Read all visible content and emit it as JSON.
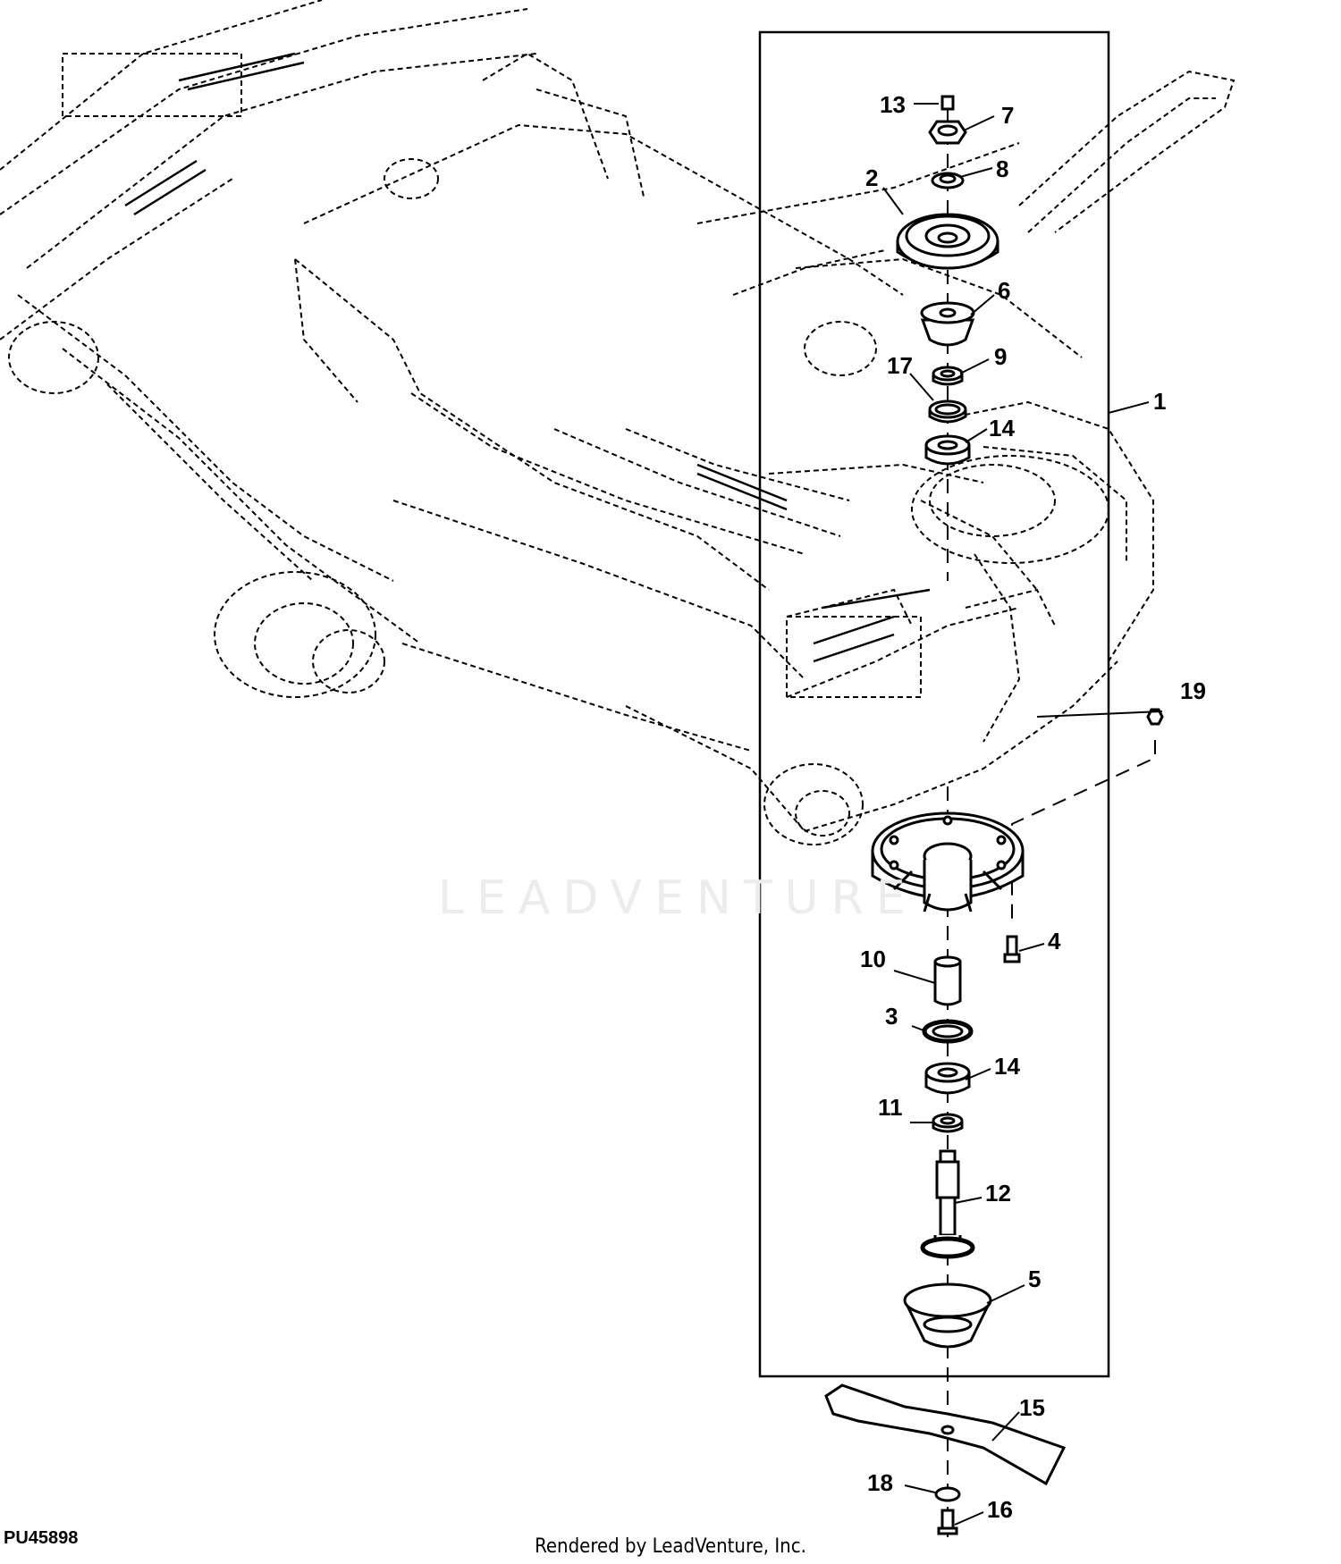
{
  "diagram": {
    "callouts": [
      "1",
      "2",
      "3",
      "4",
      "5",
      "6",
      "7",
      "8",
      "9",
      "10",
      "11",
      "12",
      "13",
      "14",
      "14",
      "15",
      "16",
      "17",
      "18",
      "19"
    ],
    "figure_id": "PU45898",
    "footer": "Rendered by LeadVenture, Inc.",
    "watermark": "LEADVENTURE"
  },
  "colors": {
    "line": "#000000",
    "background": "#ffffff",
    "watermark": "#e6e6e6"
  }
}
